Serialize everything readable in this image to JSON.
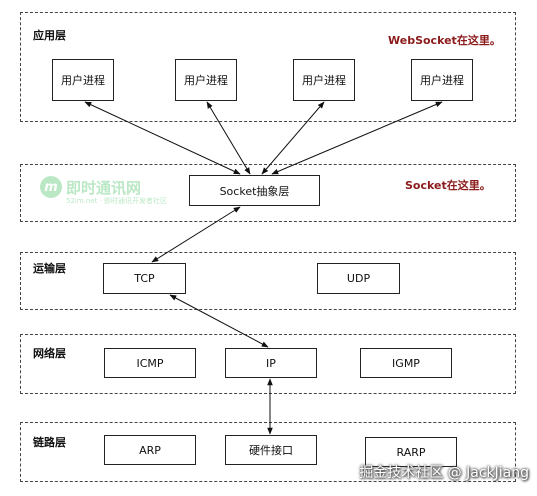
{
  "layers": {
    "application": {
      "label": "应用层",
      "note": "WebSocket在这里。",
      "processes": [
        "用户进程",
        "用户进程",
        "用户进程",
        "用户进程"
      ]
    },
    "socket": {
      "note": "Socket在这里。",
      "box": "Socket抽象层"
    },
    "transport": {
      "label": "运输层",
      "boxes": [
        "TCP",
        "UDP"
      ]
    },
    "network": {
      "label": "网络层",
      "boxes": [
        "ICMP",
        "IP",
        "IGMP"
      ]
    },
    "link": {
      "label": "链路层",
      "boxes": [
        "ARP",
        "硬件接口",
        "RARP"
      ]
    }
  },
  "logo": {
    "icon": "im-logo-icon",
    "text": "即时通讯网",
    "subtext": "52im.net · 即时通讯开发者社区"
  },
  "watermark": "掘金技术社区 @ JackJiang",
  "colors": {
    "note": "#8b1a1a",
    "border": "#444444",
    "logo": "#3cbf5a"
  }
}
